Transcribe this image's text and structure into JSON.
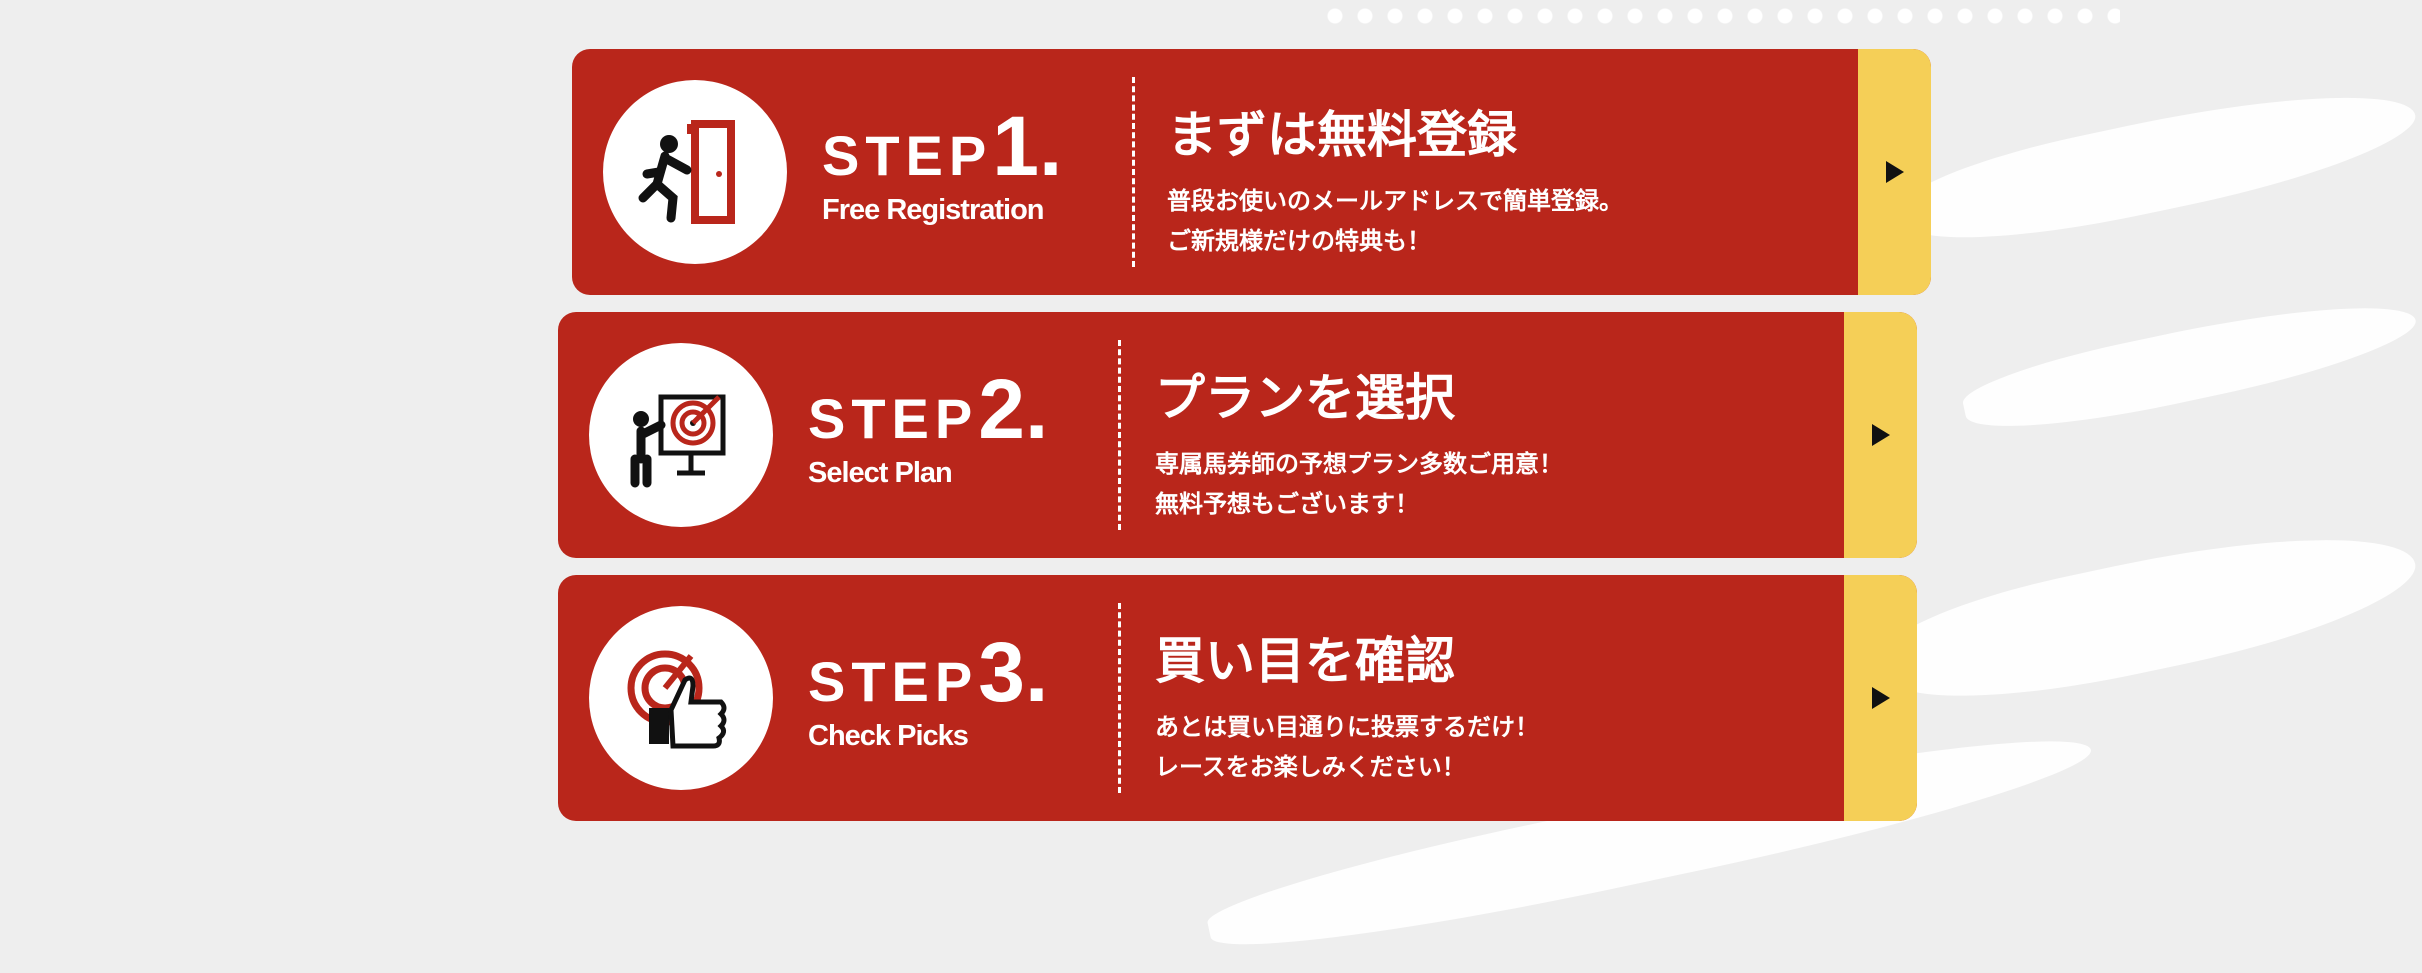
{
  "steps": [
    {
      "word": "STEP",
      "num": "1.",
      "subtitle": "Free Registration",
      "title": "まずは無料登録",
      "lines": [
        "普段お使いのメールアドレスで簡単登録。",
        "ご新規様だけの特典も！"
      ],
      "icon": "running-exit-door-icon"
    },
    {
      "word": "STEP",
      "num": "2.",
      "subtitle": "Select Plan",
      "title": "プランを選択",
      "lines": [
        "専属馬券師の予想プラン多数ご用意！",
        "無料予想もございます！"
      ],
      "icon": "person-target-presentation-icon"
    },
    {
      "word": "STEP",
      "num": "3.",
      "subtitle": "Check Picks",
      "title": "買い目を確認",
      "lines": [
        "あとは買い目通りに投票するだけ！",
        "レースをお楽しみください！"
      ],
      "icon": "target-thumbs-up-icon"
    }
  ],
  "colors": {
    "card": "#b9261b",
    "accent": "#f5cf57",
    "background": "#eeeeee"
  }
}
